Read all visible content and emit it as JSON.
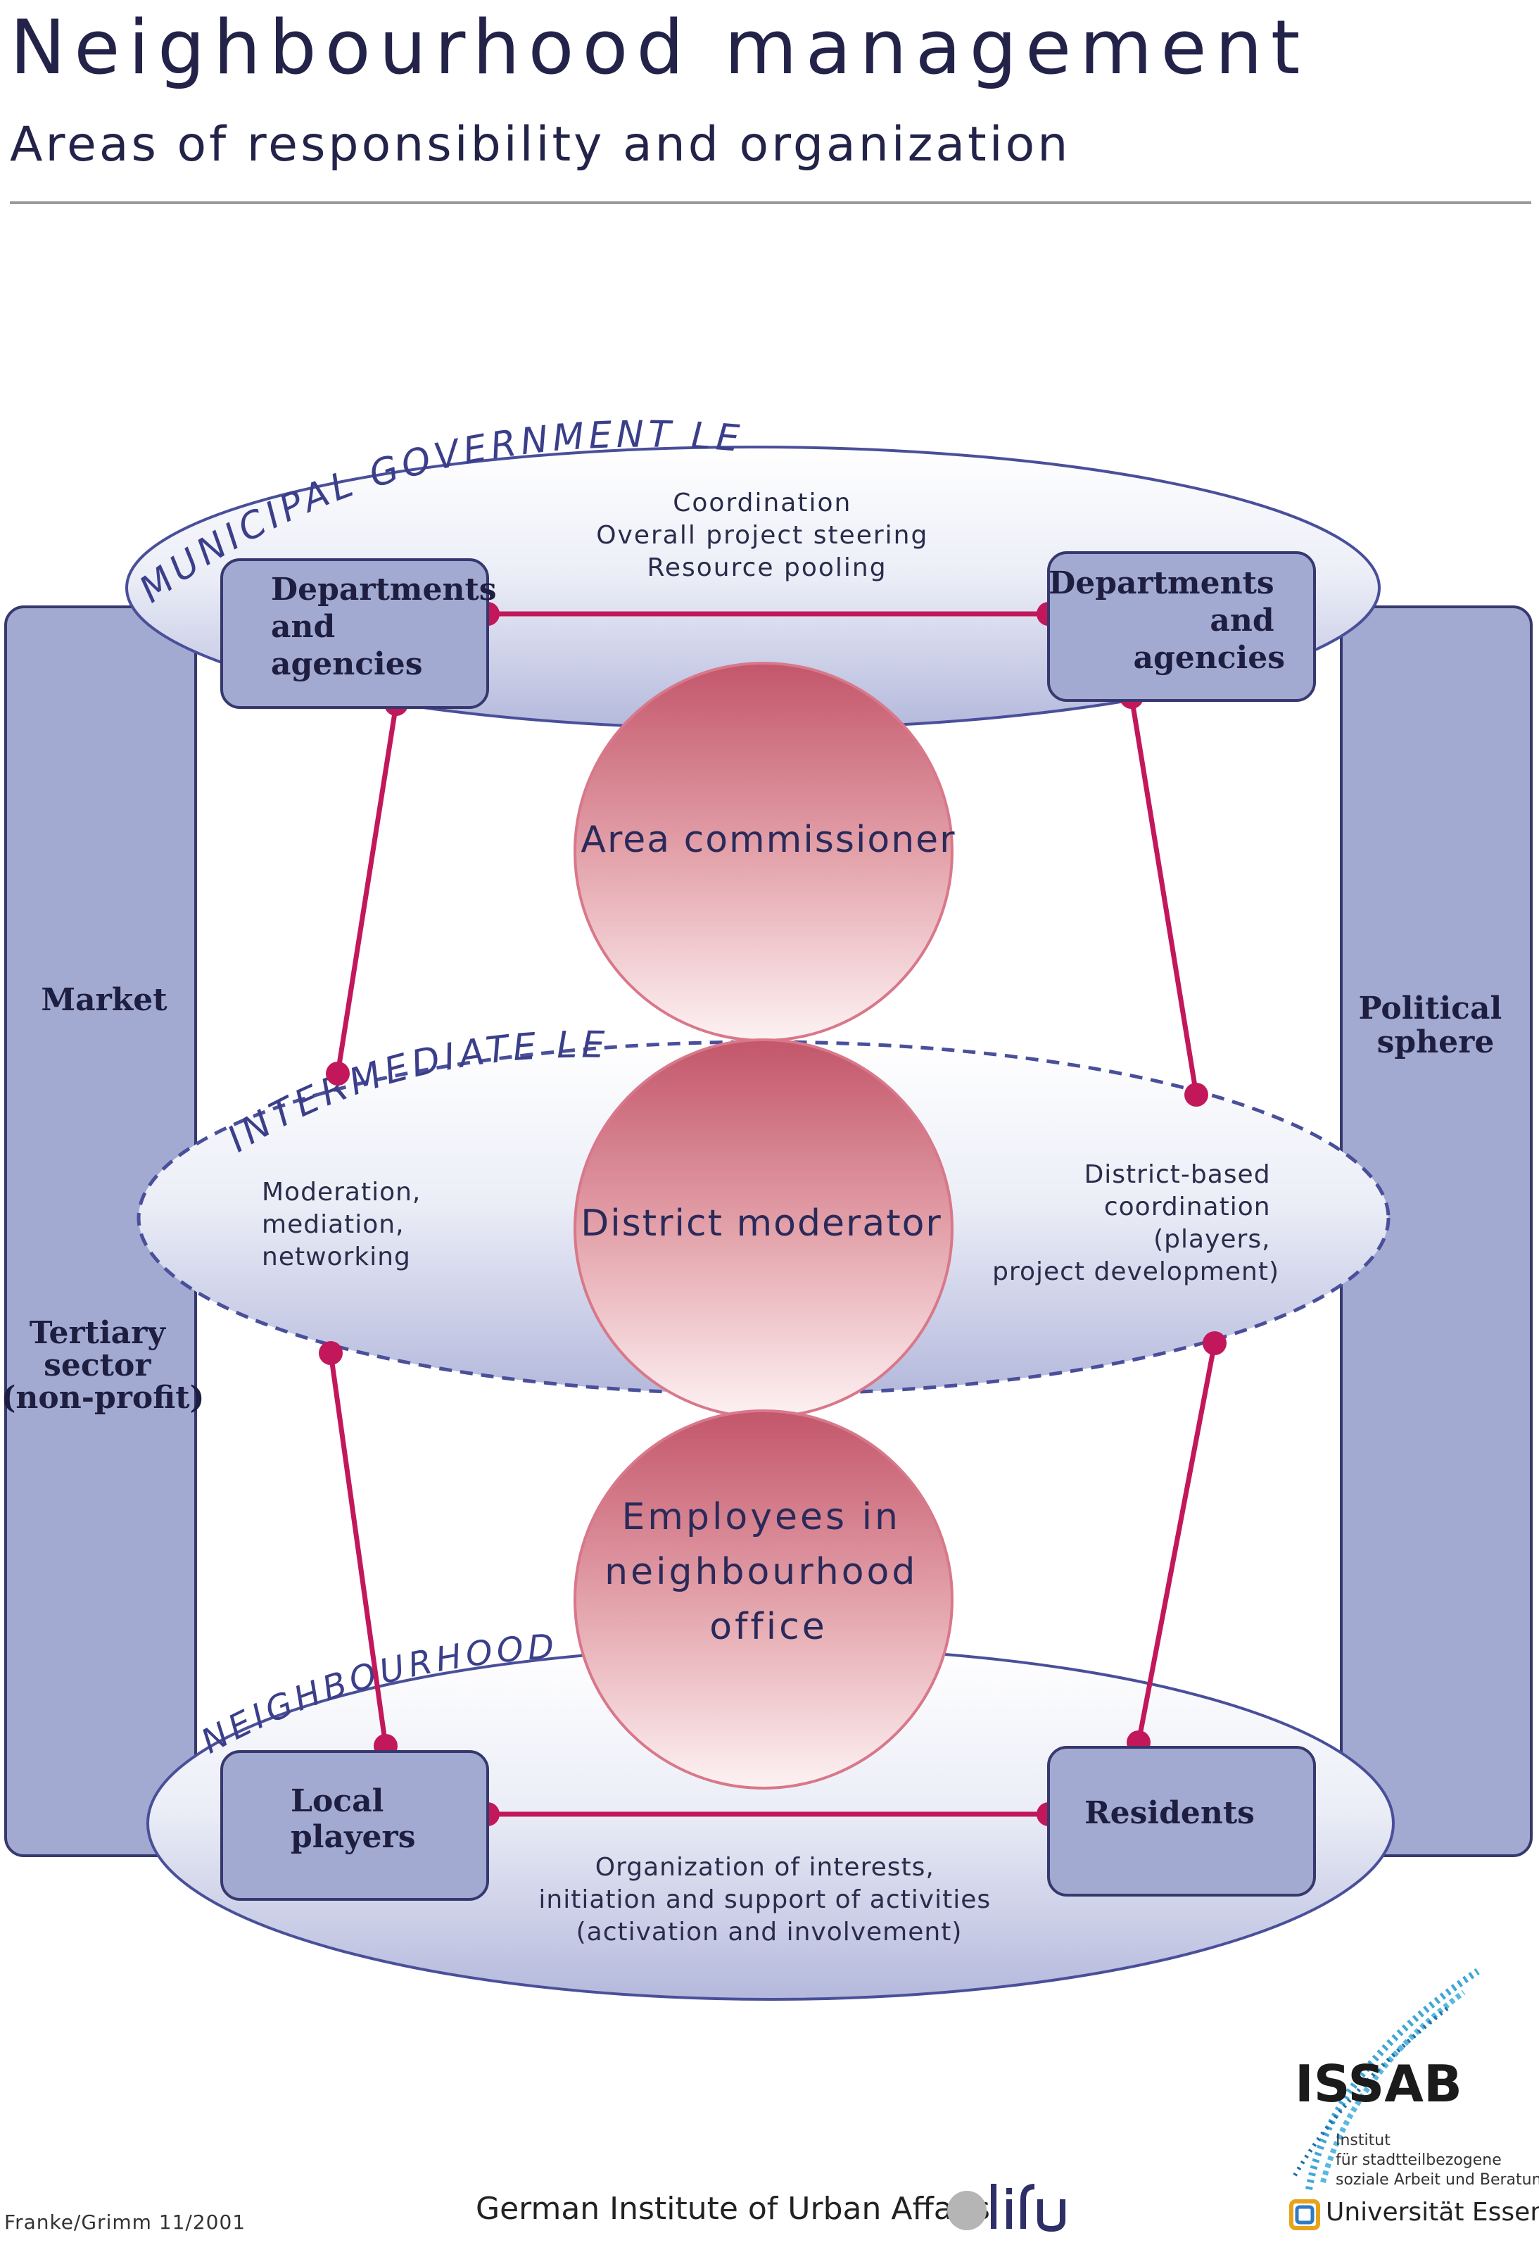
{
  "header": {
    "title": "Neighbourhood management",
    "subtitle": "Areas of responsibility and organization"
  },
  "levels": {
    "municipal": "MUNICIPAL GOVERNMENT LEVEL",
    "intermediate": "INTERMEDIATE LEVEL",
    "neighbourhood": "NEIGHBOURHOOD LEVEL"
  },
  "side_bars": {
    "left_top": "Market",
    "left_bottom": [
      "Tertiary",
      "sector",
      "(non-profit)"
    ],
    "right": [
      "Political",
      "sphere"
    ]
  },
  "boxes": {
    "dept_left": [
      "Departments",
      "and",
      "agencies"
    ],
    "dept_right": [
      "Departments",
      "and",
      "agencies"
    ],
    "local_players": [
      "Local",
      "players"
    ],
    "residents": "Residents"
  },
  "descriptions": {
    "municipal": [
      "Coordination",
      "Overall project steering",
      "Resource pooling"
    ],
    "intermediate_left": [
      "Moderation,",
      "mediation,",
      "networking"
    ],
    "intermediate_right": [
      "District-based",
      "coordination",
      "(players,",
      "project development)"
    ],
    "neighbourhood": [
      "Organization of interests,",
      "initiation and support of activities",
      "(activation and involvement)"
    ]
  },
  "circles": {
    "top": "Area commissioner",
    "middle": "District moderator",
    "bottom": [
      "Employees in",
      "neighbourhood",
      "office"
    ]
  },
  "colors": {
    "bar_fill": "#a3aad2",
    "bar_stroke": "#36386e",
    "connector": "#c2185b",
    "ellipse_stroke": "#4a4f9a",
    "circle_top": "#c3566b",
    "circle_bottom": "#fdf2f3"
  },
  "footer": {
    "credit": "Franke/Grimm 11/2001",
    "institute": "German Institute of Urban Affairs",
    "issab": "ISSAB",
    "issab_sub": [
      "Institut",
      "für stadtteilbezogene",
      "soziale Arbeit und Beratung"
    ],
    "university": "Universität Essen"
  }
}
